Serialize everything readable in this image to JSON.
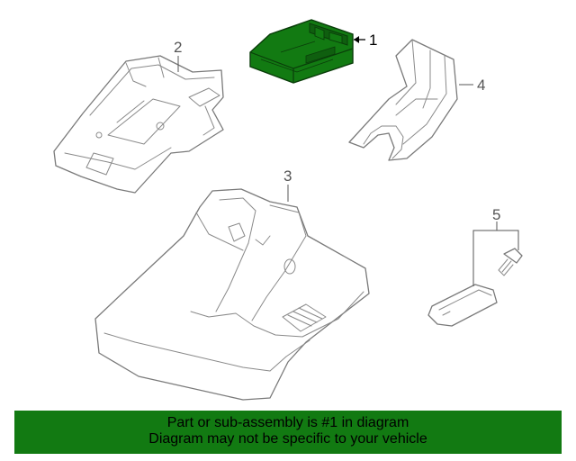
{
  "diagram": {
    "highlight_color": "#127a12",
    "callouts": [
      {
        "id": "callout-1",
        "label": "1",
        "part": "highlighted module"
      },
      {
        "id": "callout-2",
        "label": "2",
        "part": "bracket"
      },
      {
        "id": "callout-3",
        "label": "3",
        "part": "overhead console housing"
      },
      {
        "id": "callout-4",
        "label": "4",
        "part": "trim cover"
      },
      {
        "id": "callout-5",
        "label": "5",
        "part": "lamp and screw"
      }
    ]
  },
  "footer": {
    "line1": "Part or sub-assembly is #1 in diagram",
    "line2": "Diagram may not be specific to your vehicle",
    "background": "#127a12"
  }
}
